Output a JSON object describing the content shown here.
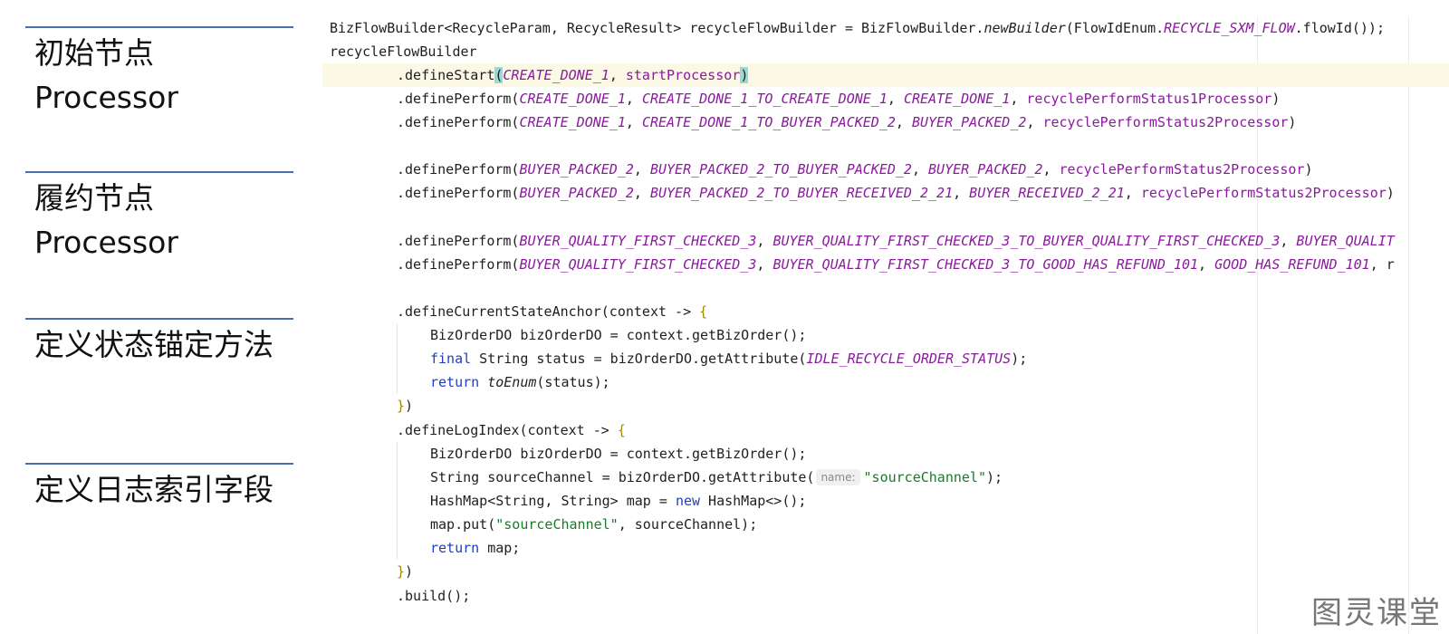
{
  "annotations": [
    {
      "title": "初始节点",
      "sub": "Processor"
    },
    {
      "title": "履约节点",
      "sub": "Processor"
    },
    {
      "title": "定义状态锚定方法",
      "sub": ""
    },
    {
      "title": "定义日志索引字段",
      "sub": ""
    }
  ],
  "code": {
    "l1": {
      "t1": "BizFlowBuilder<RecycleParam, RecycleResult> recycleFlowBuilder = BizFlowBuilder.",
      "t2": "newBuilder",
      "t3": "(FlowIdEnum.",
      "t4": "RECYCLE_SXM_FLOW",
      "t5": ".flowId());"
    },
    "l2": {
      "t1": "recycleFlowBuilder"
    },
    "l3": {
      "t1": ".defineStart",
      "t2": "(",
      "t3": "CREATE_DONE_1",
      "t4": ", ",
      "t5": "startProcessor",
      "t6": ")"
    },
    "l4": {
      "t1": ".definePerform(",
      "t2": "CREATE_DONE_1",
      "t3": ", ",
      "t4": "CREATE_DONE_1_TO_CREATE_DONE_1",
      "t5": ", ",
      "t6": "CREATE_DONE_1",
      "t7": ", ",
      "t8": "recyclePerformStatus1Processor",
      "t9": ")"
    },
    "l5": {
      "t1": ".definePerform(",
      "t2": "CREATE_DONE_1",
      "t3": ", ",
      "t4": "CREATE_DONE_1_TO_BUYER_PACKED_2",
      "t5": ", ",
      "t6": "BUYER_PACKED_2",
      "t7": ", ",
      "t8": "recyclePerformStatus2Processor",
      "t9": ")"
    },
    "l6": {
      "t1": ".definePerform(",
      "t2": "BUYER_PACKED_2",
      "t3": ", ",
      "t4": "BUYER_PACKED_2_TO_BUYER_PACKED_2",
      "t5": ", ",
      "t6": "BUYER_PACKED_2",
      "t7": ", ",
      "t8": "recyclePerformStatus2Processor",
      "t9": ")"
    },
    "l7": {
      "t1": ".definePerform(",
      "t2": "BUYER_PACKED_2",
      "t3": ", ",
      "t4": "BUYER_PACKED_2_TO_BUYER_RECEIVED_2_21",
      "t5": ", ",
      "t6": "BUYER_RECEIVED_2_21",
      "t7": ", ",
      "t8": "recyclePerformStatus2Processor",
      "t9": ")"
    },
    "l8": {
      "t1": ".definePerform(",
      "t2": "BUYER_QUALITY_FIRST_CHECKED_3",
      "t3": ", ",
      "t4": "BUYER_QUALITY_FIRST_CHECKED_3_TO_BUYER_QUALITY_FIRST_CHECKED_3",
      "t5": ", ",
      "t6": "BUYER_QUALIT"
    },
    "l9": {
      "t1": ".definePerform(",
      "t2": "BUYER_QUALITY_FIRST_CHECKED_3",
      "t3": ", ",
      "t4": "BUYER_QUALITY_FIRST_CHECKED_3_TO_GOOD_HAS_REFUND_101",
      "t5": ", ",
      "t6": "GOOD_HAS_REFUND_101",
      "t7": ", r"
    },
    "l10": {
      "t1": ".defineCurrentStateAnchor(context -> ",
      "t2": "{"
    },
    "l11": {
      "t1": "BizOrderDO bizOrderDO = context.getBizOrder();"
    },
    "l12": {
      "t1": "final",
      "t2": " String status = bizOrderDO.getAttribute(",
      "t3": "IDLE_RECYCLE_ORDER_STATUS",
      "t4": ");"
    },
    "l13": {
      "t1": "return",
      "t2": " ",
      "t3": "toEnum",
      "t4": "(status);"
    },
    "l14": {
      "t1": "}",
      "t2": ")"
    },
    "l15": {
      "t1": ".defineLogIndex(context -> ",
      "t2": "{"
    },
    "l16": {
      "t1": "BizOrderDO bizOrderDO = context.getBizOrder();"
    },
    "l17": {
      "t1": "String sourceChannel = bizOrderDO.getAttribute(",
      "hint": "name:",
      "t2": "\"sourceChannel\"",
      "t3": ");"
    },
    "l18": {
      "t1": "HashMap<String, String> map = ",
      "t2": "new",
      "t3": " HashMap<>();"
    },
    "l19": {
      "t1": "map.put(",
      "t2": "\"sourceChannel\"",
      "t3": ", sourceChannel);"
    },
    "l20": {
      "t1": "return",
      "t2": " map;"
    },
    "l21": {
      "t1": "}",
      "t2": ")"
    },
    "l22": {
      "t1": ".build();"
    }
  },
  "watermark": "图灵课堂",
  "colors": {
    "keyword": "#1f3fbf",
    "constant": "#8a1a9e",
    "string": "#1a7a2a",
    "current_line": "#fbf8e6",
    "annotation_rule": "#4a6fb1"
  }
}
